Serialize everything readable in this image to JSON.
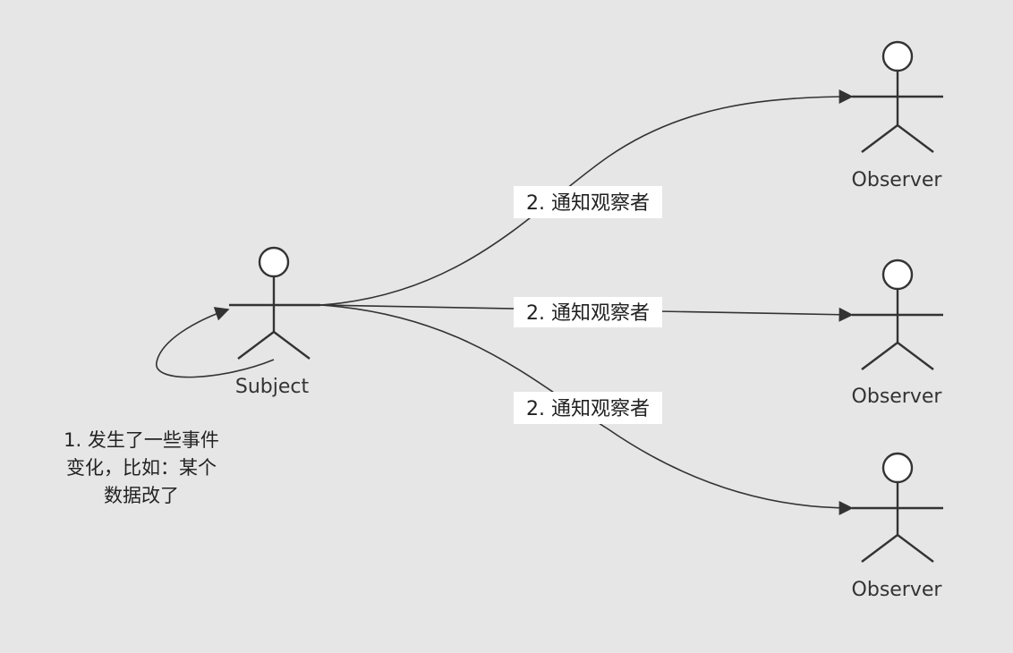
{
  "diagram": {
    "colors": {
      "background": "#e6e6e6",
      "stroke": "#333333",
      "label_background": "#ffffff"
    },
    "subject": {
      "label": "Subject",
      "self_note": [
        "1. 发生了一些事件",
        "变化，比如：某个",
        "数据改了"
      ]
    },
    "observers": [
      {
        "label": "Observer",
        "edge_label": "2. 通知观察者"
      },
      {
        "label": "Observer",
        "edge_label": "2. 通知观察者"
      },
      {
        "label": "Observer",
        "edge_label": "2. 通知观察者"
      }
    ]
  }
}
